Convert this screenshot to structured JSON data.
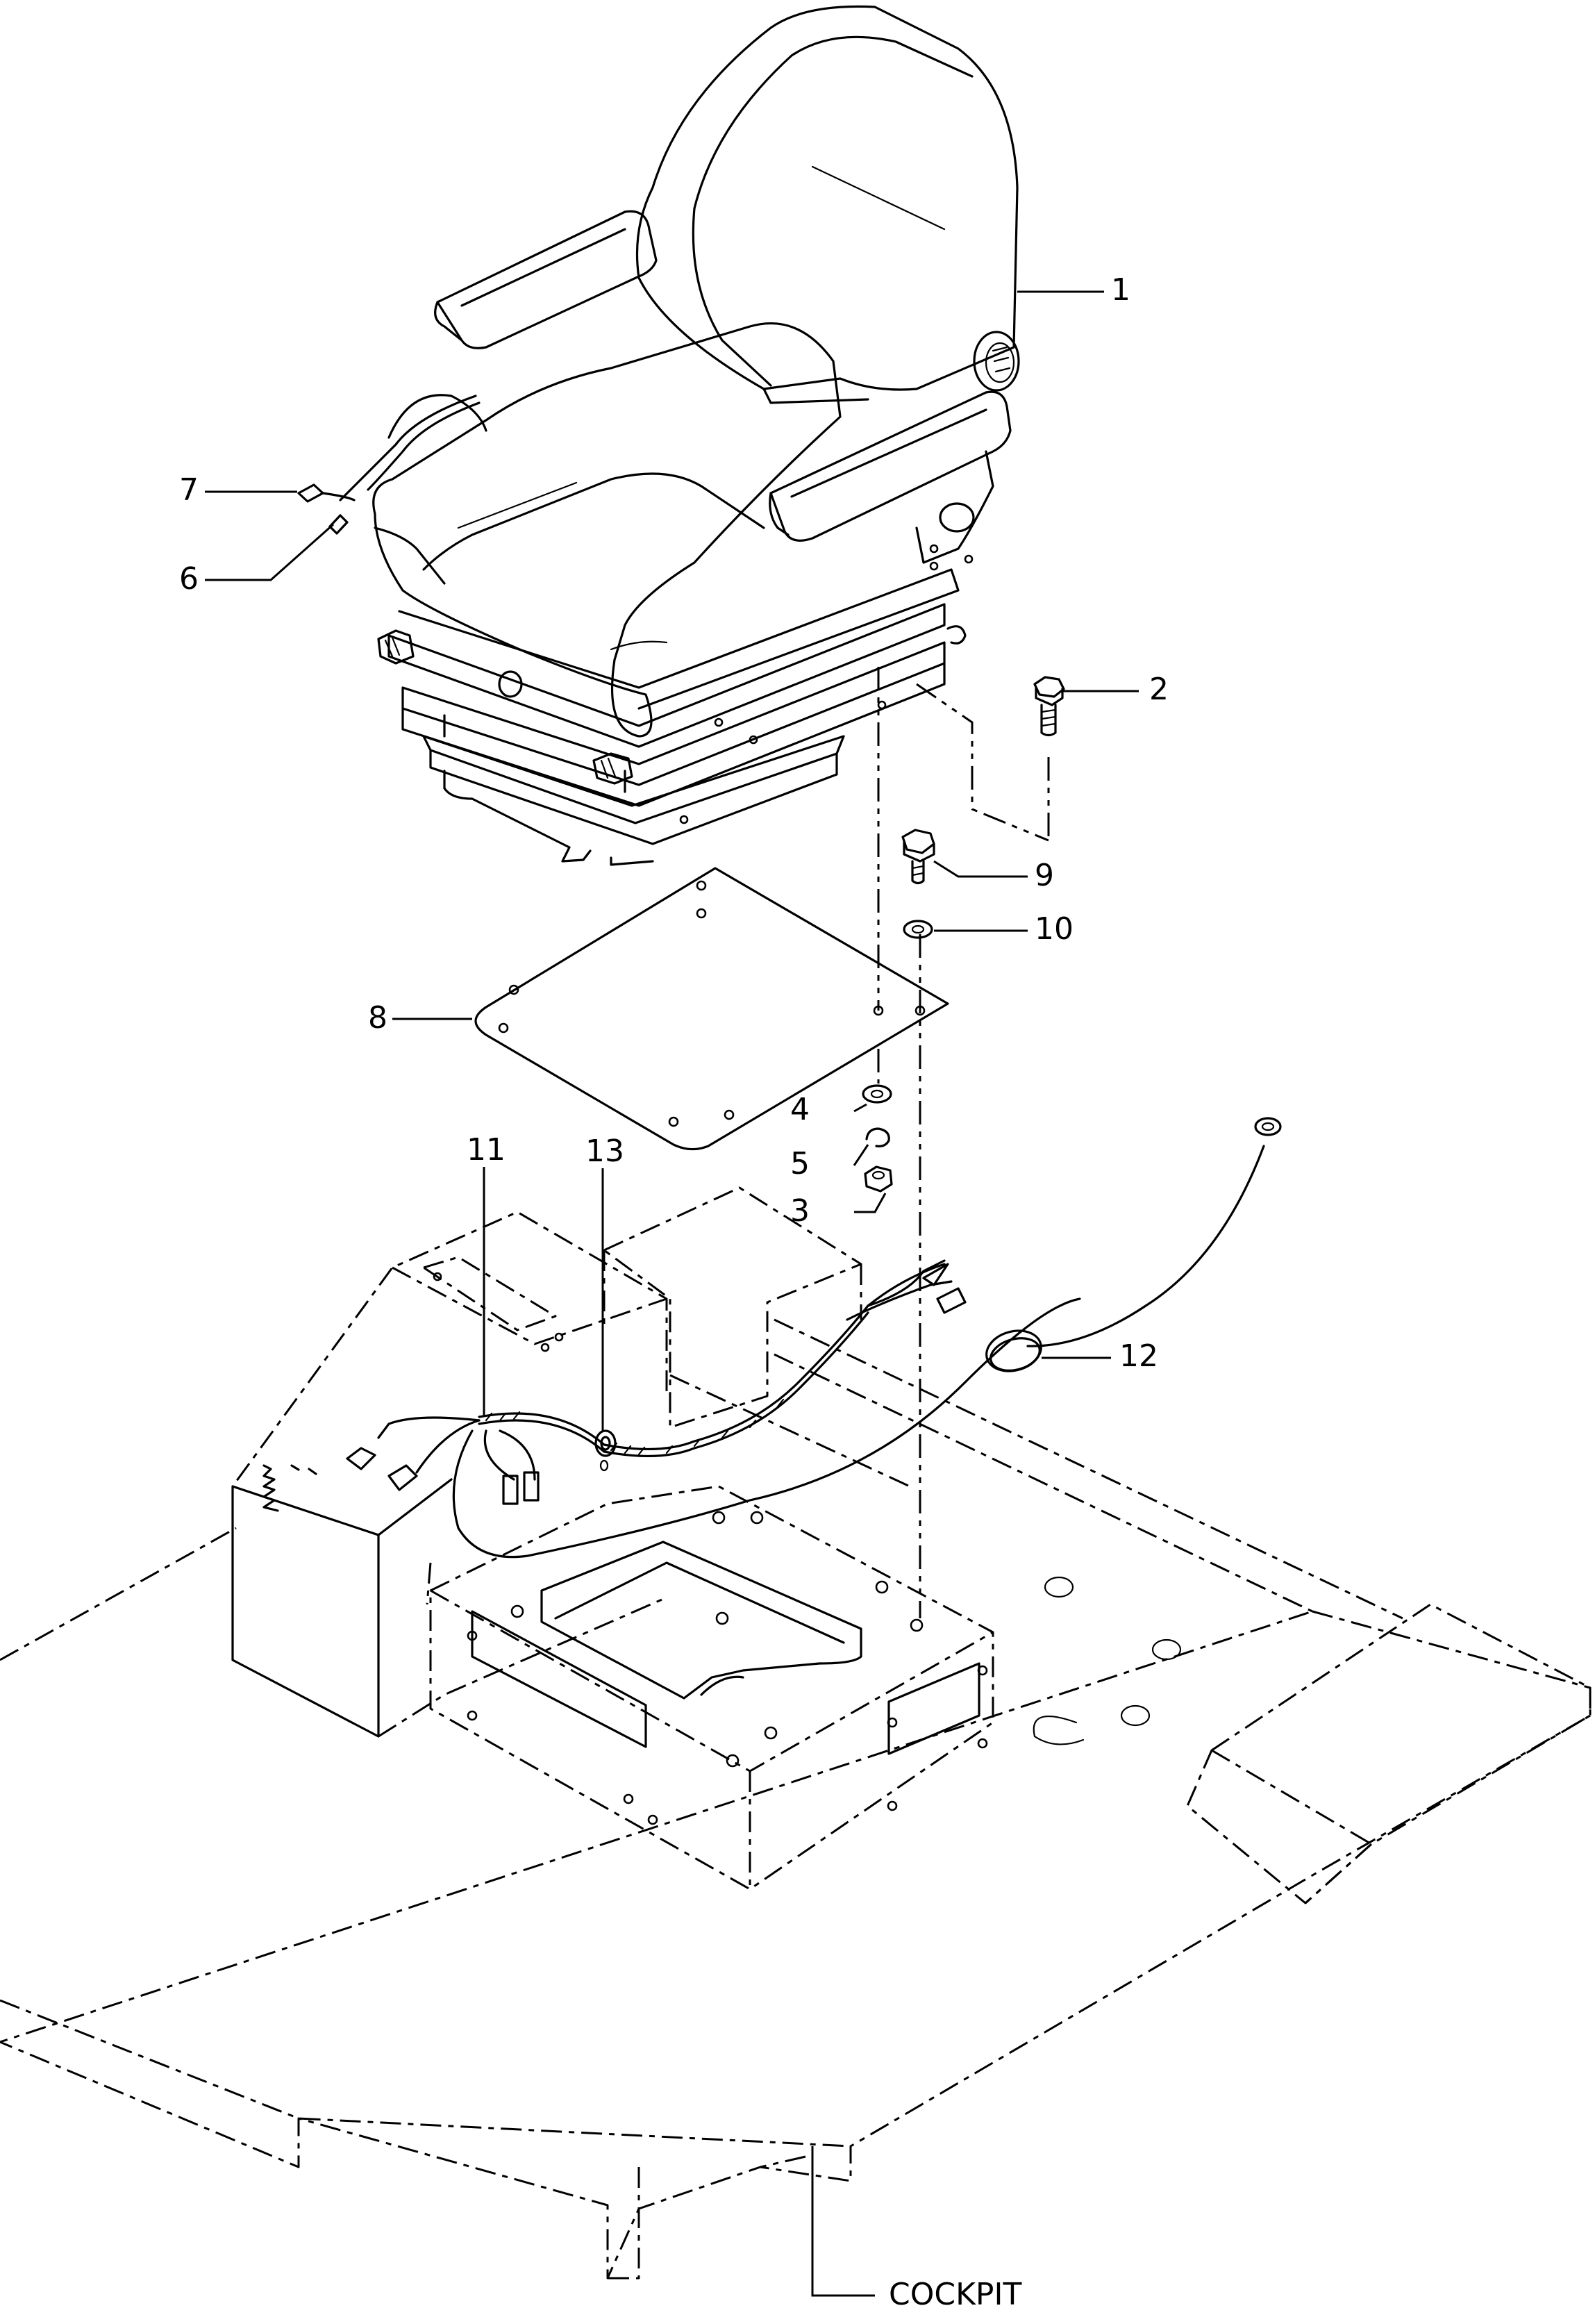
{
  "diagram": {
    "callouts": [
      {
        "id": "callout-1",
        "label": "1"
      },
      {
        "id": "callout-2",
        "label": "2"
      },
      {
        "id": "callout-3",
        "label": "3"
      },
      {
        "id": "callout-4",
        "label": "4"
      },
      {
        "id": "callout-5",
        "label": "5"
      },
      {
        "id": "callout-6",
        "label": "6"
      },
      {
        "id": "callout-7",
        "label": "7"
      },
      {
        "id": "callout-8",
        "label": "8"
      },
      {
        "id": "callout-9",
        "label": "9"
      },
      {
        "id": "callout-10",
        "label": "10"
      },
      {
        "id": "callout-11",
        "label": "11"
      },
      {
        "id": "callout-12",
        "label": "12"
      },
      {
        "id": "callout-13",
        "label": "13"
      }
    ],
    "cockpit_label": "COCKPIT"
  }
}
